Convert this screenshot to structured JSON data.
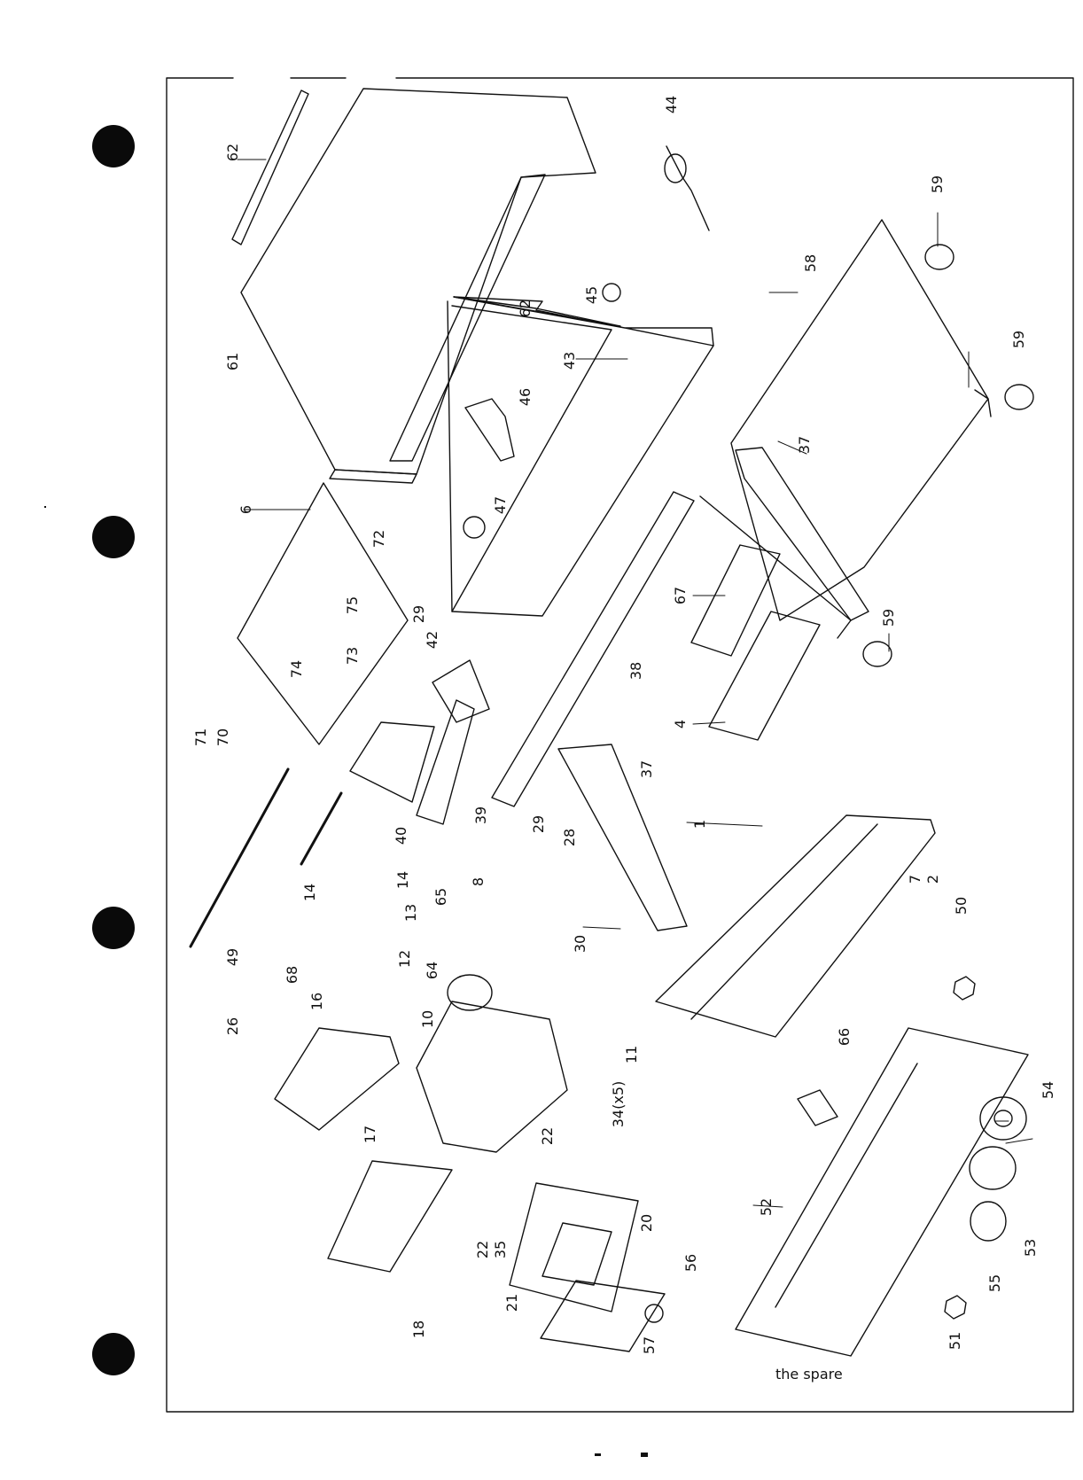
{
  "labels": {
    "p1": "1",
    "p2": "2",
    "p4": "4",
    "p6": "6",
    "p7": "7",
    "p8": "8",
    "p10": "10",
    "p11": "11",
    "p12": "12",
    "p13": "13",
    "p14a": "14",
    "p14b": "14",
    "p16": "16",
    "p17": "17",
    "p18": "18",
    "p20": "20",
    "p21": "21",
    "p22a": "22",
    "p22b": "22",
    "p26": "26",
    "p28": "28",
    "p29a": "29",
    "p29b": "29",
    "p30": "30",
    "p34": "34(x5)",
    "p35": "35",
    "p37a": "37",
    "p37b": "37",
    "p38": "38",
    "p39": "39",
    "p40": "40",
    "p42": "42",
    "p43": "43",
    "p44": "44",
    "p45": "45",
    "p46": "46",
    "p47": "47",
    "p49": "49",
    "p50": "50",
    "p51": "51",
    "p52": "52",
    "p53": "53",
    "p54": "54",
    "p55": "55",
    "p56": "56",
    "p57": "57",
    "p58": "58",
    "p59a": "59",
    "p59b": "59",
    "p59c": "59",
    "p61": "61",
    "p62a": "62",
    "p62b": "62",
    "p64": "64",
    "p65": "65",
    "p66": "66",
    "p67": "67",
    "p68": "68",
    "p70": "70",
    "p71": "71",
    "p72": "72",
    "p73": "73",
    "p74": "74",
    "p75": "75"
  },
  "footer_text": "the spare",
  "colors": {
    "ink": "#111111",
    "paper": "#ffffff"
  }
}
